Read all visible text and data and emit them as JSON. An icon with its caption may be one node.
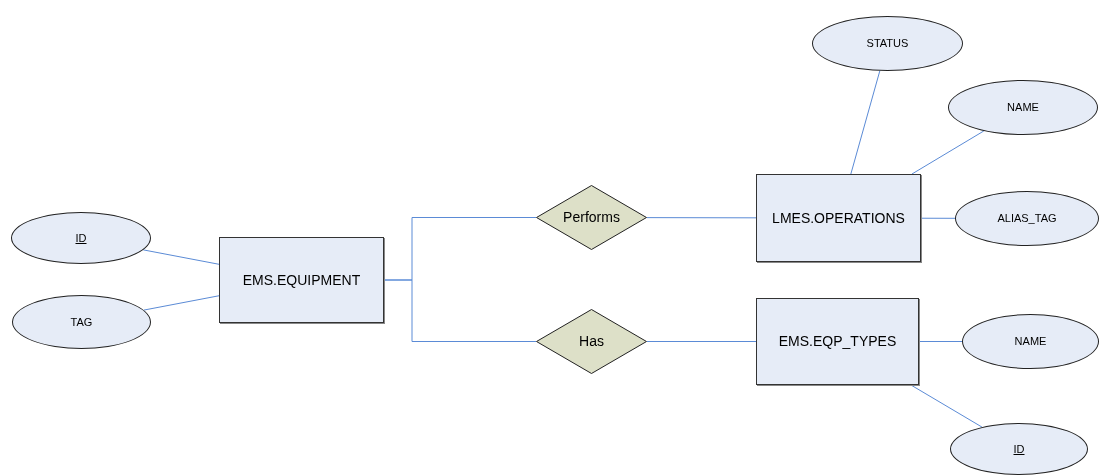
{
  "diagram": {
    "nodes": [
      {
        "text": [
          "ID"
        ]
      },
      {
        "text": [
          "TAG"
        ]
      },
      {
        "text": [
          "EMS.EQUIPMENT"
        ]
      },
      {
        "text": [
          "Performs"
        ]
      },
      {
        "text": [
          "Has"
        ]
      },
      {
        "text": [
          "LMES.OPERATIONS"
        ]
      },
      {
        "text": [
          "STATUS"
        ]
      },
      {
        "text": [
          "NAME"
        ]
      },
      {
        "text": [
          "ALIAS_TAG"
        ]
      },
      {
        "text": [
          "EMS.EQP_TYPES"
        ]
      },
      {
        "text": [
          "NAME"
        ]
      },
      {
        "text": [
          "ID"
        ]
      }
    ],
    "edges": [
      {
        "from": 0,
        "to": 2,
        "arrow": "none"
      },
      {
        "from": 1,
        "to": 2,
        "arrow": "none"
      },
      {
        "from": 2,
        "to": 3,
        "arrow": "none"
      },
      {
        "from": 2,
        "to": 4,
        "arrow": "none"
      },
      {
        "from": 3,
        "to": 5,
        "arrow": "none"
      },
      {
        "from": 4,
        "to": 9,
        "arrow": "none"
      },
      {
        "from": 5,
        "to": 6,
        "arrow": "none"
      },
      {
        "from": 5,
        "to": 7,
        "arrow": "none"
      },
      {
        "from": 5,
        "to": 8,
        "arrow": "none"
      },
      {
        "from": 9,
        "to": 10,
        "arrow": "none"
      },
      {
        "from": 9,
        "to": 11,
        "arrow": "none"
      }
    ]
  }
}
